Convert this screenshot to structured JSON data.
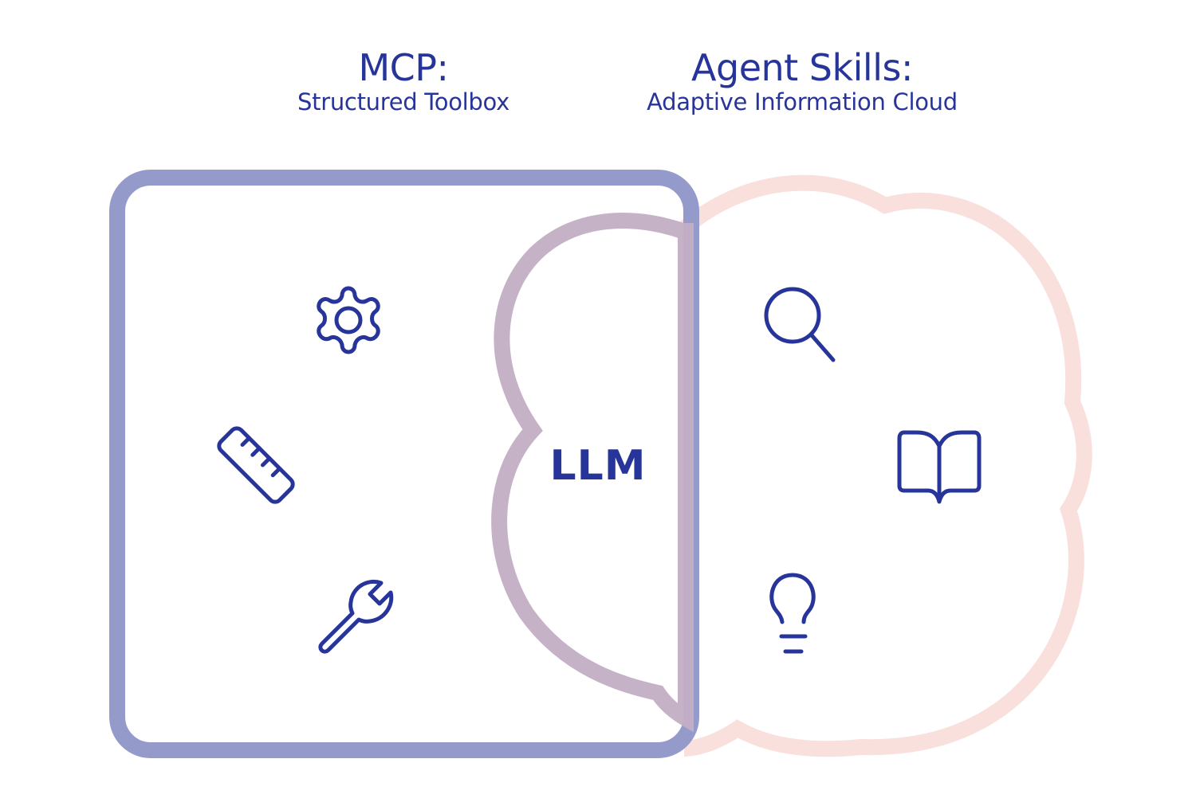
{
  "left_panel": {
    "title": "MCP:",
    "subtitle": "Structured Toolbox",
    "shape": "rounded-rectangle",
    "stroke_color": "#949bcb",
    "icons": [
      "gear-icon",
      "ruler-icon",
      "wrench-icon"
    ]
  },
  "right_panel": {
    "title": "Agent Skills:",
    "subtitle": "Adaptive Information Cloud",
    "shape": "cloud",
    "stroke_color": "#f9dedb",
    "icons": [
      "search-icon",
      "book-icon",
      "lightbulb-icon"
    ]
  },
  "center": {
    "label": "LLM",
    "shape": "half-cloud",
    "stroke_color": "#c3aec4"
  },
  "colors": {
    "text": "#27359a",
    "icon": "#27359a",
    "background": "#ffffff"
  }
}
